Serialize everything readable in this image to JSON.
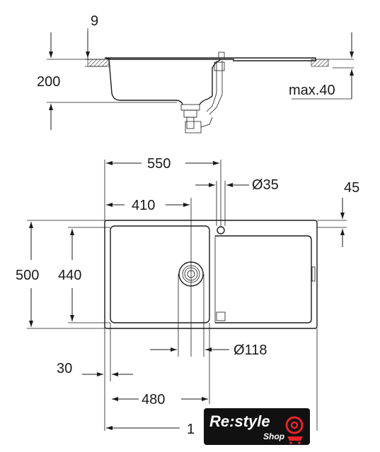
{
  "section_dims": {
    "wall": "9",
    "depth": "200",
    "worktop_max": "max.40"
  },
  "plan_dims": {
    "length_550": "550",
    "hole_dia": "Ø35",
    "offset_45": "45",
    "bowl_410": "410",
    "width_500": "500",
    "bowl_440": "440",
    "waste_dia": "Ø118",
    "margin_30": "30",
    "bowl_480": "480",
    "overall_length": "1"
  },
  "logo": {
    "brand": "Re:style",
    "sub": "Shop",
    "accent": "#e8232a",
    "bg": "#111111"
  }
}
